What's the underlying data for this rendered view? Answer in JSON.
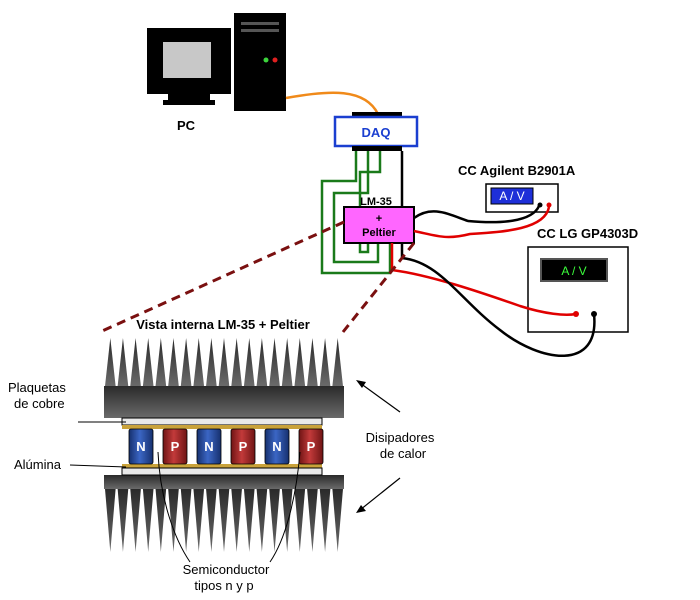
{
  "labels": {
    "pc": "PC",
    "daq": "DAQ",
    "lm35_top": "LM-35",
    "box_line1": "+",
    "box_line2": "Peltier",
    "agilent_title": "CC Agilent B2901A",
    "agilent_display": "A / V",
    "lg_title": "CC LG GP4303D",
    "lg_display": "A / V",
    "inner_view": "Vista interna LM-35 + Peltier",
    "copper_line1": "Plaquetas",
    "copper_line2": "de cobre",
    "alumina": "Alúmina",
    "sinks_line1": "Disipadores",
    "sinks_line2": "de calor",
    "semi_line1": "Semiconductor",
    "semi_line2": "tipos n y p"
  },
  "semiconductors": [
    "N",
    "P",
    "N",
    "P",
    "N",
    "P"
  ],
  "colors": {
    "n_type": "#1f3f8f",
    "p_type": "#9b2323",
    "daq_border": "#1b3fd0",
    "peltier_box": "#ff66ff",
    "green_wire": "#1a7a1a",
    "orange_wire": "#f08a1a",
    "red_wire": "#e00000",
    "dashed_line": "#7a1010",
    "agilent_screen": "#1e2fd8",
    "lg_screen_text": "#3cff3c",
    "copper": "#c9a23a"
  }
}
